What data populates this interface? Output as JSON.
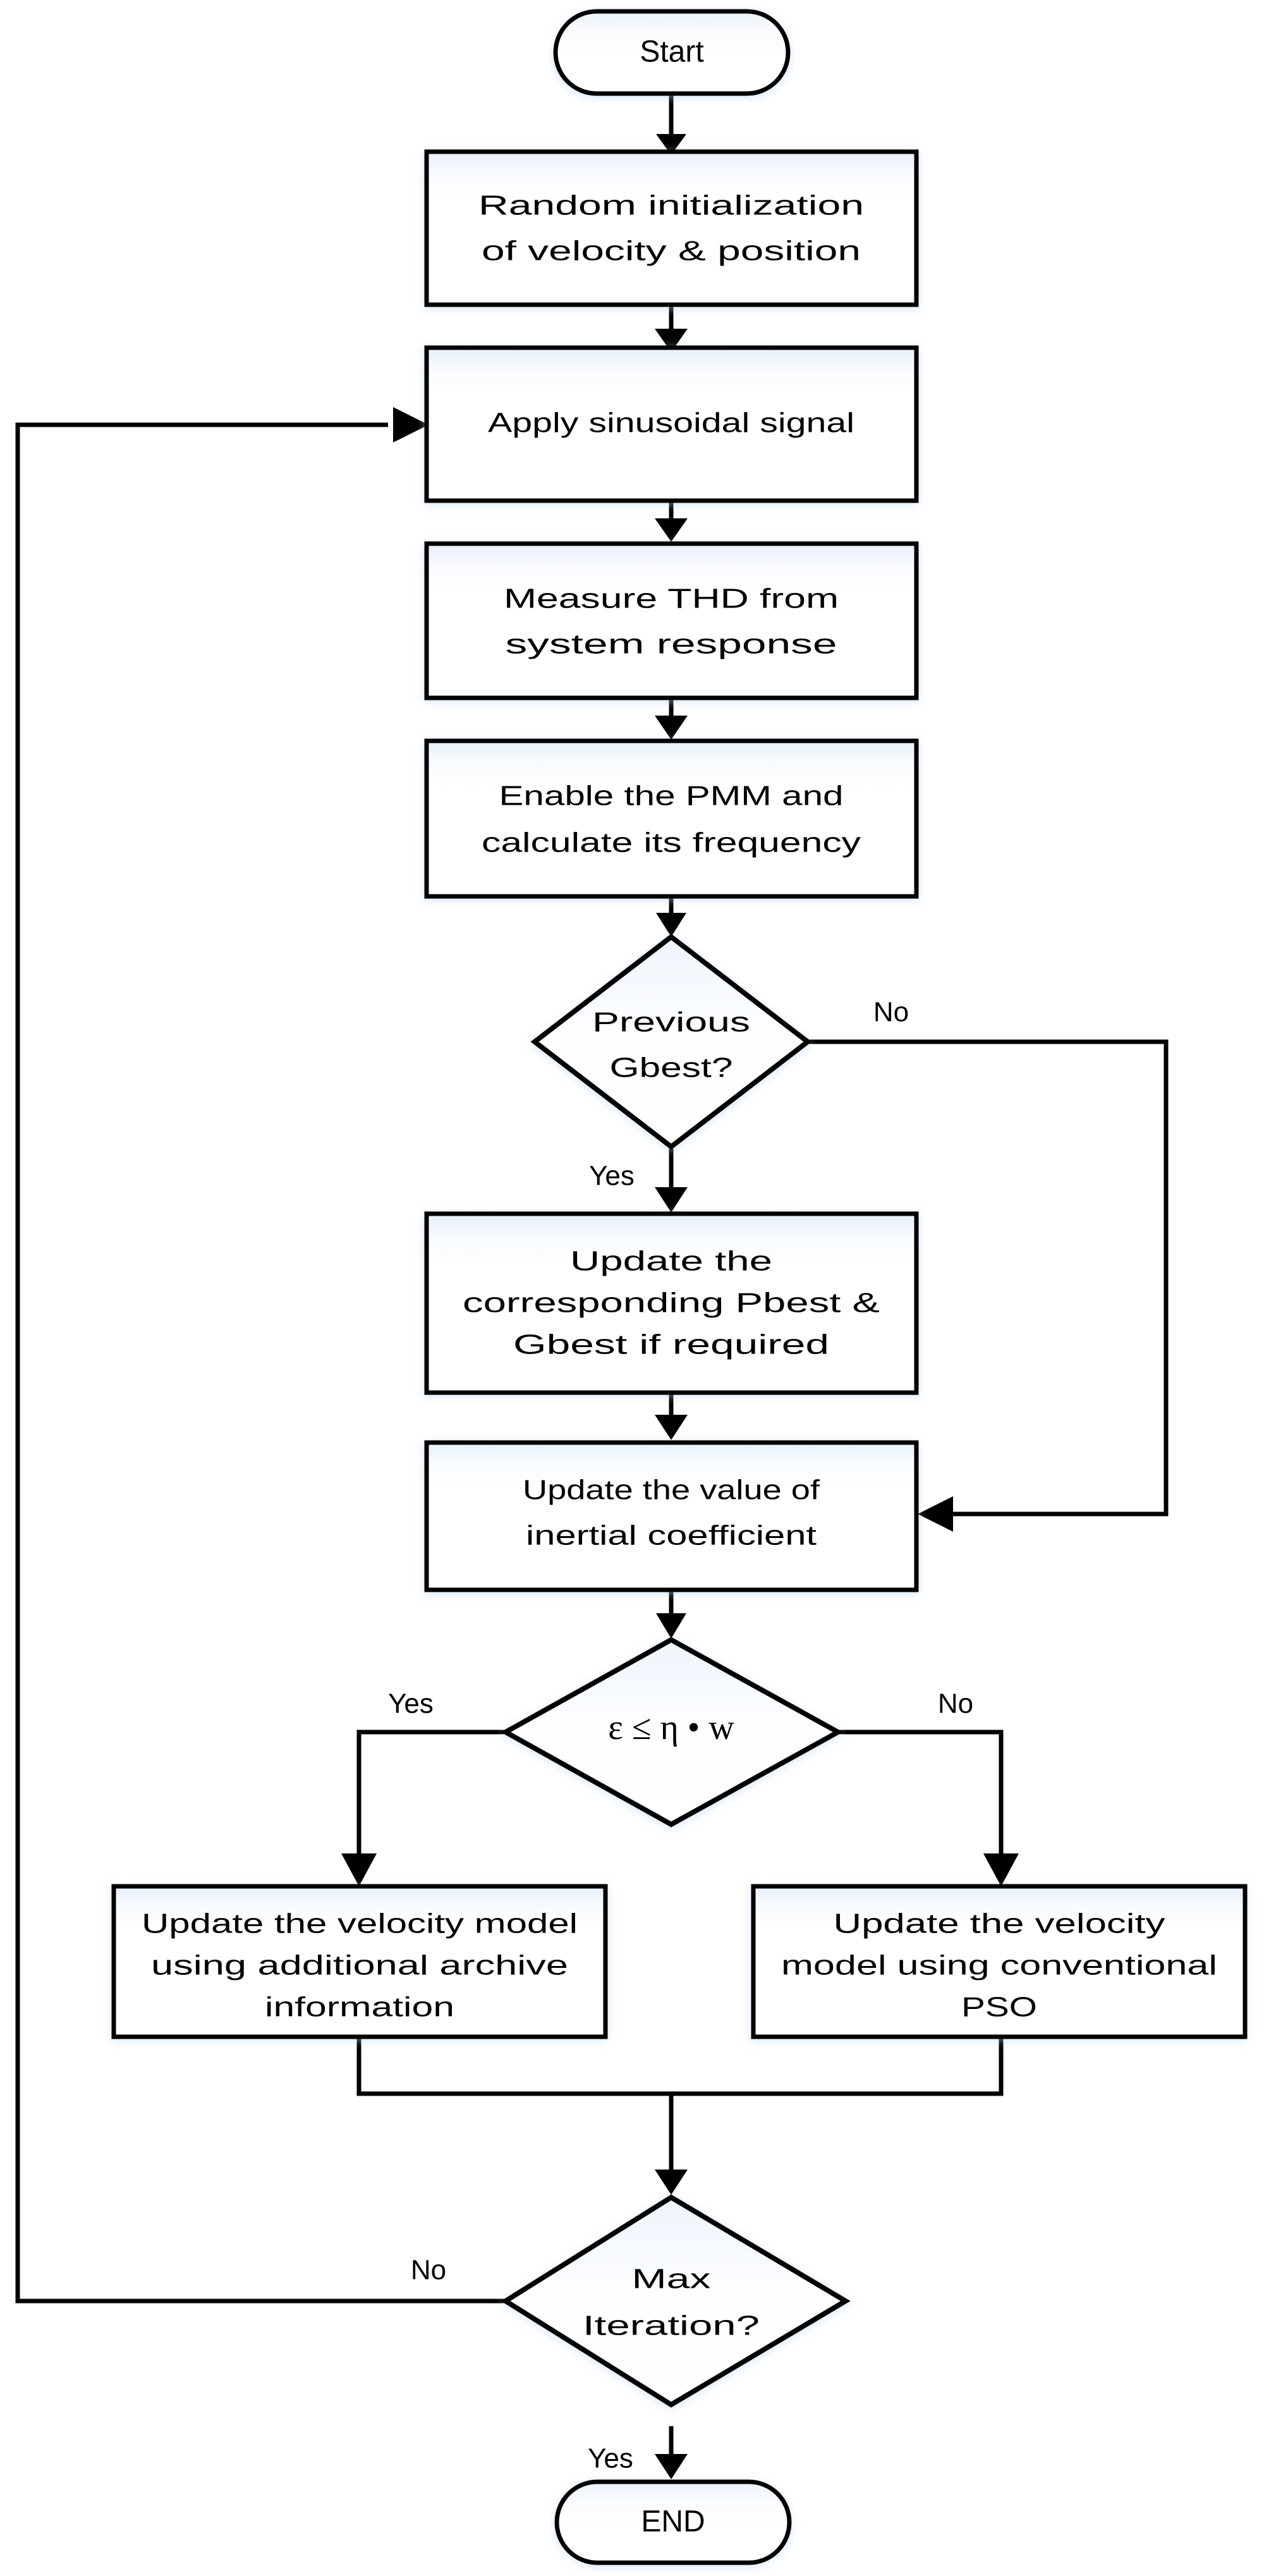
{
  "diagram": {
    "type": "flowchart",
    "title": "PSO-based THD optimization flowchart",
    "background_color": "#ffffff",
    "stroke_color": "#000000",
    "fill_color": "#ffffff",
    "accent_tint": "#eaf1fb"
  },
  "nodes": {
    "start": {
      "label": "Start",
      "shape": "terminal"
    },
    "init": {
      "line1": "Random initialization",
      "line2": "of velocity & position",
      "shape": "process"
    },
    "apply_signal": {
      "line1": "Apply sinusoidal signal",
      "shape": "process"
    },
    "measure_thd": {
      "line1": "Measure THD from",
      "line2": "system response",
      "shape": "process"
    },
    "enable_pmm": {
      "line1": "Enable the PMM and",
      "line2": "calculate its frequency",
      "shape": "process"
    },
    "prev_gbest": {
      "line1": "Previous",
      "line2": "Gbest?",
      "shape": "decision"
    },
    "update_pbest": {
      "line1": "Update the",
      "line2": "corresponding Pbest &",
      "line3": "Gbest if required",
      "shape": "process"
    },
    "update_inertia": {
      "line1": "Update the value of",
      "line2": "inertial coefficient",
      "shape": "process"
    },
    "epsilon_check": {
      "formula": "ε ≤ η • w",
      "shape": "decision"
    },
    "velocity_archive": {
      "line1": "Update the velocity model",
      "line2": "using additional archive",
      "line3": "information",
      "shape": "process"
    },
    "velocity_pso": {
      "line1": "Update the velocity",
      "line2": "model using conventional",
      "line3": "PSO",
      "shape": "process"
    },
    "max_iteration": {
      "line1": "Max",
      "line2": "Iteration?",
      "shape": "decision"
    },
    "end": {
      "label": "END",
      "shape": "terminal"
    }
  },
  "edge_labels": {
    "gbest_no": "No",
    "gbest_yes": "Yes",
    "epsilon_yes": "Yes",
    "epsilon_no": "No",
    "maxiter_no": "No",
    "maxiter_yes": "Yes"
  }
}
